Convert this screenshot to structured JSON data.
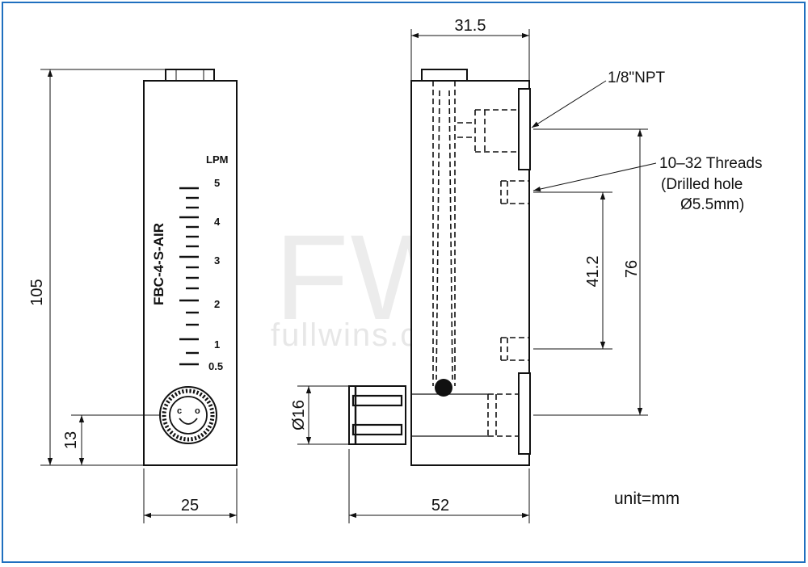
{
  "watermark": {
    "logo": "FW",
    "url": "fullwins.com.tw"
  },
  "front_view": {
    "model": "FBC-4-S-AIR",
    "scale_unit": "LPM",
    "scale_labels": [
      "5",
      "4",
      "3",
      "2",
      "1",
      "0.5"
    ],
    "knob_marks": {
      "left": "c",
      "right": "o"
    },
    "dims": {
      "height": "105",
      "width": "25",
      "knob_center": "13"
    }
  },
  "side_view": {
    "dims": {
      "top_width": "31.5",
      "bottom_width": "52",
      "hole_spacing": "41.2",
      "port_spacing": "76",
      "knob_dia": "Ø16"
    },
    "callouts": {
      "npt": "1/8\"NPT",
      "threads_1": "10–32 Threads",
      "threads_2": "(Drilled hole",
      "threads_3": "Ø5.5mm)"
    }
  },
  "unit_label": "unit=mm",
  "colors": {
    "frame": "#1f6fbf",
    "watermark": "#e7e7e7"
  }
}
